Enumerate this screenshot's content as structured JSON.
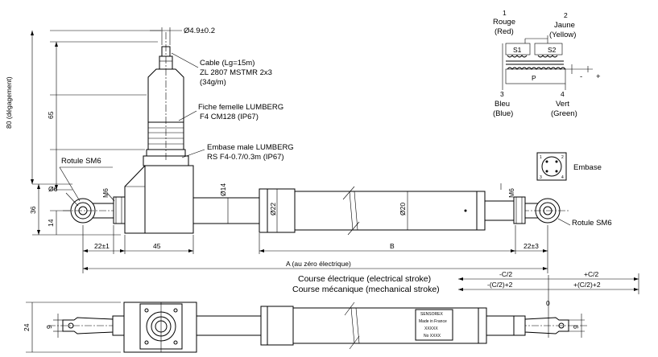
{
  "cable": {
    "diameter": "Ø4.9±0.2",
    "line1": "Cable (Lg=15m)",
    "line2": "ZL 2807 MSTMR 2x3",
    "line3": "(34g/m)"
  },
  "fiche": {
    "line1": "Fiche femelle LUMBERG",
    "line2": "F4 CM128 (IP67)"
  },
  "embase_male": {
    "line1": "Embase male LUMBERG",
    "line2": "RS F4-0.7/0.3m (IP67)"
  },
  "rotule_left": "Rotule SM6",
  "rotule_right": "Rotule SM6",
  "embase_label": "Embase",
  "dims": {
    "d80": "80 (dégagement)",
    "d65": "65",
    "d36": "36",
    "d14": "14",
    "d6": "Ø6",
    "m6_left": "M6",
    "m6_right": "M6",
    "d14b": "Ø14",
    "d22": "Ø22",
    "d20": "Ø20",
    "d22pm1": "22±1",
    "d45": "45",
    "dB": "B",
    "d22pm3": "22±3",
    "dA": "A (au zéro électrique)",
    "d24": "24",
    "d9_left": "9",
    "d9_right": "9",
    "zero": "0"
  },
  "strokes": {
    "electrical": "Course électrique (electrical stroke)",
    "mechanical": "Course mécanique (mechanical stroke)",
    "el_minus": "-C/2",
    "el_plus": "+C/2",
    "mech_minus": "-(C/2)+2",
    "mech_plus": "+(C/2)+2"
  },
  "wiring": {
    "p1_num": "1",
    "p1_fr": "Rouge",
    "p1_en": "(Red)",
    "p2_num": "2",
    "p2_fr": "Jaune",
    "p2_en": "(Yellow)",
    "p3_num": "3",
    "p3_fr": "Bleu",
    "p3_en": "(Blue)",
    "p4_num": "4",
    "p4_fr": "Vert",
    "p4_en": "(Green)",
    "s1": "S1",
    "s2": "S2",
    "p": "P",
    "minus": "-",
    "plus": "+"
  },
  "label_plate": [
    "SENSOREX",
    "Made in France",
    "XXXXX",
    "No XXXX"
  ]
}
